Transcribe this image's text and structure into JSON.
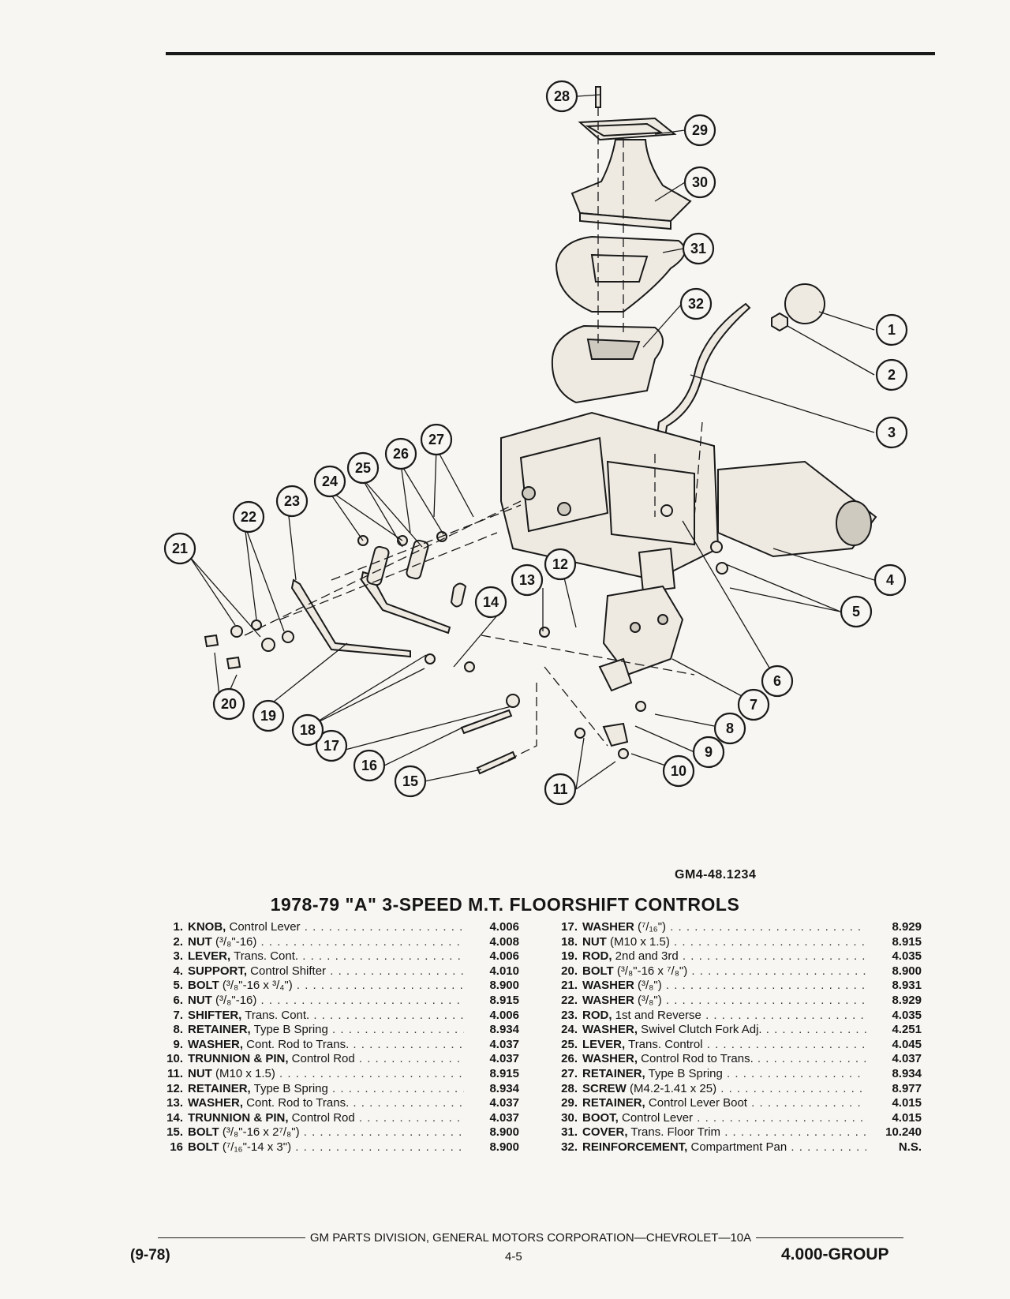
{
  "figure_code": "GM4-48.1234",
  "title": "1978-79 \"A\" 3-SPEED M.T. FLOORSHIFT CONTROLS",
  "callouts": [
    "1",
    "2",
    "3",
    "4",
    "5",
    "6",
    "7",
    "8",
    "9",
    "10",
    "11",
    "12",
    "13",
    "14",
    "15",
    "16",
    "17",
    "18",
    "19",
    "20",
    "21",
    "22",
    "23",
    "24",
    "25",
    "26",
    "27",
    "28",
    "29",
    "30",
    "31",
    "32"
  ],
  "parts_left": [
    {
      "num": "1.",
      "name": "KNOB,",
      "spec": " Control Lever",
      "code": "4.006"
    },
    {
      "num": "2.",
      "name": "NUT",
      "spec": " (³/₈\"-16)",
      "code": "4.008"
    },
    {
      "num": "3.",
      "name": "LEVER,",
      "spec": " Trans. Cont.",
      "code": "4.006"
    },
    {
      "num": "4.",
      "name": "SUPPORT,",
      "spec": " Control Shifter",
      "code": "4.010"
    },
    {
      "num": "5.",
      "name": "BOLT",
      "spec": " (³/₈\"-16 x ³/₄\")",
      "code": "8.900"
    },
    {
      "num": "6.",
      "name": "NUT",
      "spec": " (³/₈\"-16)",
      "code": "8.915"
    },
    {
      "num": "7.",
      "name": "SHIFTER,",
      "spec": " Trans. Cont.",
      "code": "4.006"
    },
    {
      "num": "8.",
      "name": "RETAINER,",
      "spec": " Type B Spring",
      "code": "8.934"
    },
    {
      "num": "9.",
      "name": "WASHER,",
      "spec": " Cont. Rod to Trans.",
      "code": "4.037"
    },
    {
      "num": "10.",
      "name": "TRUNNION & PIN,",
      "spec": " Control Rod",
      "code": "4.037"
    },
    {
      "num": "11.",
      "name": "NUT",
      "spec": " (M10 x 1.5)",
      "code": "8.915"
    },
    {
      "num": "12.",
      "name": "RETAINER,",
      "spec": " Type B Spring",
      "code": "8.934"
    },
    {
      "num": "13.",
      "name": "WASHER,",
      "spec": " Cont. Rod to Trans.",
      "code": "4.037"
    },
    {
      "num": "14.",
      "name": "TRUNNION & PIN,",
      "spec": " Control Rod",
      "code": "4.037"
    },
    {
      "num": "15.",
      "name": "BOLT",
      "spec": " (³/₈\"-16 x 2⁷/₈\")",
      "code": "8.900"
    },
    {
      "num": "16",
      "name": "BOLT",
      "spec": " (⁷/₁₆\"-14 x 3\")",
      "code": "8.900"
    }
  ],
  "parts_right": [
    {
      "num": "17.",
      "name": "WASHER",
      "spec": " (⁷/₁₆\")",
      "code": "8.929"
    },
    {
      "num": "18.",
      "name": "NUT",
      "spec": " (M10 x 1.5)",
      "code": "8.915"
    },
    {
      "num": "19.",
      "name": "ROD,",
      "spec": " 2nd and 3rd",
      "code": "4.035"
    },
    {
      "num": "20.",
      "name": "BOLT",
      "spec": " (³/₈\"-16 x ⁷/₈\")",
      "code": "8.900"
    },
    {
      "num": "21.",
      "name": "WASHER",
      "spec": " (³/₈\")",
      "code": "8.931"
    },
    {
      "num": "22.",
      "name": "WASHER",
      "spec": " (³/₈\")",
      "code": "8.929"
    },
    {
      "num": "23.",
      "name": "ROD,",
      "spec": " 1st and Reverse",
      "code": "4.035"
    },
    {
      "num": "24.",
      "name": "WASHER,",
      "spec": " Swivel Clutch Fork Adj.",
      "code": "4.251"
    },
    {
      "num": "25.",
      "name": "LEVER,",
      "spec": " Trans. Control",
      "code": "4.045"
    },
    {
      "num": "26.",
      "name": "WASHER,",
      "spec": " Control Rod to Trans.",
      "code": "4.037"
    },
    {
      "num": "27.",
      "name": "RETAINER,",
      "spec": " Type B Spring",
      "code": "8.934"
    },
    {
      "num": "28.",
      "name": "SCREW",
      "spec": " (M4.2-1.41 x 25)",
      "code": "8.977"
    },
    {
      "num": "29.",
      "name": "RETAINER,",
      "spec": " Control Lever Boot",
      "code": "4.015"
    },
    {
      "num": "30.",
      "name": "BOOT,",
      "spec": " Control Lever",
      "code": "4.015"
    },
    {
      "num": "31.",
      "name": "COVER,",
      "spec": " Trans. Floor Trim",
      "code": "10.240"
    },
    {
      "num": "32.",
      "name": "REINFORCEMENT,",
      "spec": " Compartment Pan",
      "code": "N.S."
    }
  ],
  "footer": {
    "division_line": "GM PARTS DIVISION, GENERAL MOTORS CORPORATION—CHEVROLET—10A",
    "date": "(9-78)",
    "page": "4-5",
    "group": "4.000-GROUP"
  }
}
